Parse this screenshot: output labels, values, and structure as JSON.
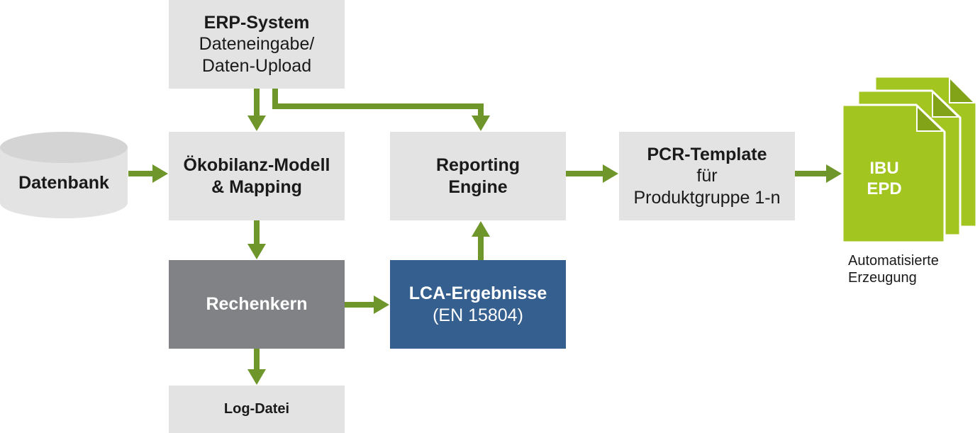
{
  "colors": {
    "arrow": "#6f962b",
    "box_grey": "#e3e3e3",
    "box_dark": "#808285",
    "box_blue": "#355f8f",
    "doc_green": "#a2c520",
    "doc_green_dark": "#82a218"
  },
  "nodes": {
    "erp": {
      "title": "ERP-System",
      "line1": "Dateneingabe/",
      "line2": "Daten-Upload"
    },
    "datenbank": {
      "label": "Datenbank"
    },
    "modell": {
      "line1": "Ökobilanz-Modell",
      "line2": "& Mapping"
    },
    "reporting": {
      "line1": "Reporting",
      "line2": "Engine"
    },
    "pcr": {
      "title": "PCR-Template",
      "line1": "für",
      "line2": "Produktgruppe 1-n"
    },
    "epd": {
      "line1": "IBU",
      "line2": "EPD",
      "caption1": "Automatisierte",
      "caption2": "Erzeugung"
    },
    "rechenkern": {
      "label": "Rechenkern"
    },
    "lca": {
      "title": "LCA-Ergebnisse",
      "subtitle": "(EN 15804)"
    },
    "log": {
      "label": "Log-Datei"
    }
  }
}
